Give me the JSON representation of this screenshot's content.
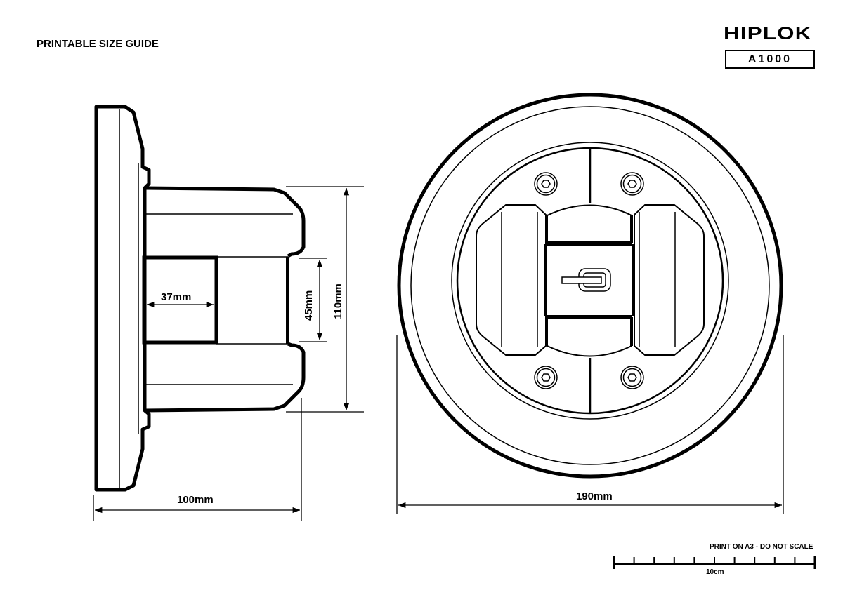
{
  "header": {
    "title": "PRINTABLE SIZE GUIDE",
    "brand": "HIPLOK",
    "model": "A1000"
  },
  "side_view": {
    "depth_label": "100mm",
    "height_label": "110mm",
    "slot_height_label": "45mm",
    "slot_depth_label": "37mm"
  },
  "front_view": {
    "diameter_label": "190mm"
  },
  "scale_bar": {
    "note": "PRINT ON A3 - DO NOT SCALE",
    "label": "10cm",
    "divisions": 10
  },
  "colors": {
    "ink": "#000000",
    "paper": "#ffffff"
  }
}
